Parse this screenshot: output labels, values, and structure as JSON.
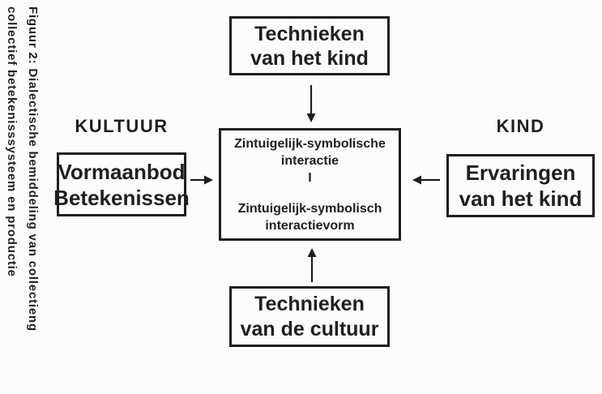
{
  "figure": {
    "caption_line1": "Figuur 2: Dialectische bemiddeling van collectieng",
    "caption_line2": "collectief betekenisssysteem en productie"
  },
  "labels": {
    "kultuur": "KULTUUR",
    "kind": "KIND"
  },
  "boxes": {
    "technieken_kind": {
      "line1": "Technieken",
      "line2": "van het kind"
    },
    "vormaanbod": {
      "line1": "Vormaanbod",
      "line2": "Betekenissen"
    },
    "interactie": {
      "line1": "Zintuigelijk-symbolische",
      "line2": "interactie",
      "line3": "I",
      "line4": "Zintuigelijk-symbolisch",
      "line5": "interactievorm"
    },
    "ervaringen": {
      "line1": "Ervaringen",
      "line2": "van het kind"
    },
    "technieken_cultuur": {
      "line1": "Technieken",
      "line2": "van de cultuur"
    }
  },
  "icons": {
    "arrow_down": "↓",
    "arrow_right": "→",
    "arrow_left": "←",
    "arrow_up": "↑"
  },
  "colors": {
    "ink": "#1f1f1f",
    "background": "#fcfcfc"
  }
}
